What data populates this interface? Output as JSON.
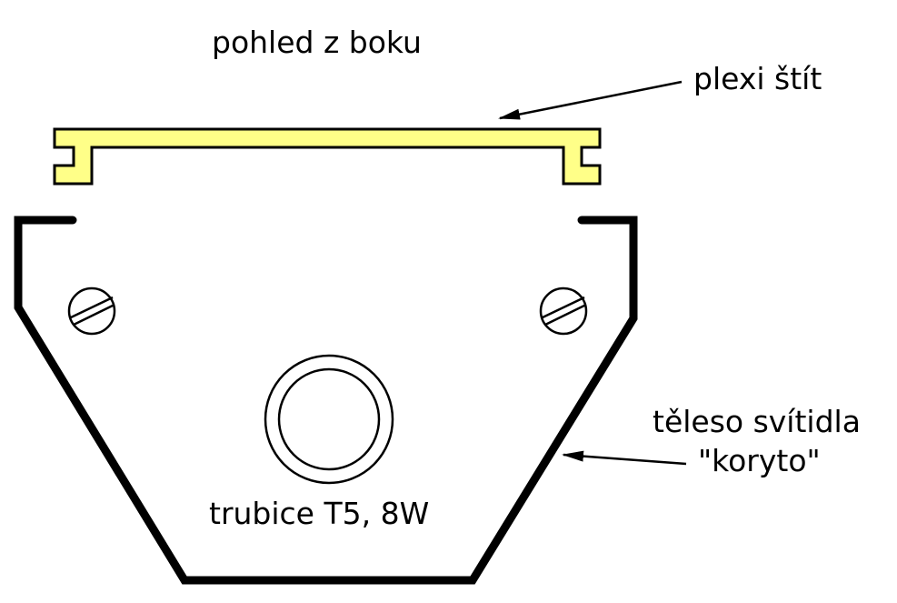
{
  "title": "pohled z boku",
  "labels": {
    "plexi": "plexi štít",
    "body_line1": "těleso svítidla",
    "body_line2": "\"koryto\"",
    "tube": "trubice T5, 8W"
  },
  "colors": {
    "plexi_fill": "#ffff88",
    "stroke": "#000000"
  }
}
